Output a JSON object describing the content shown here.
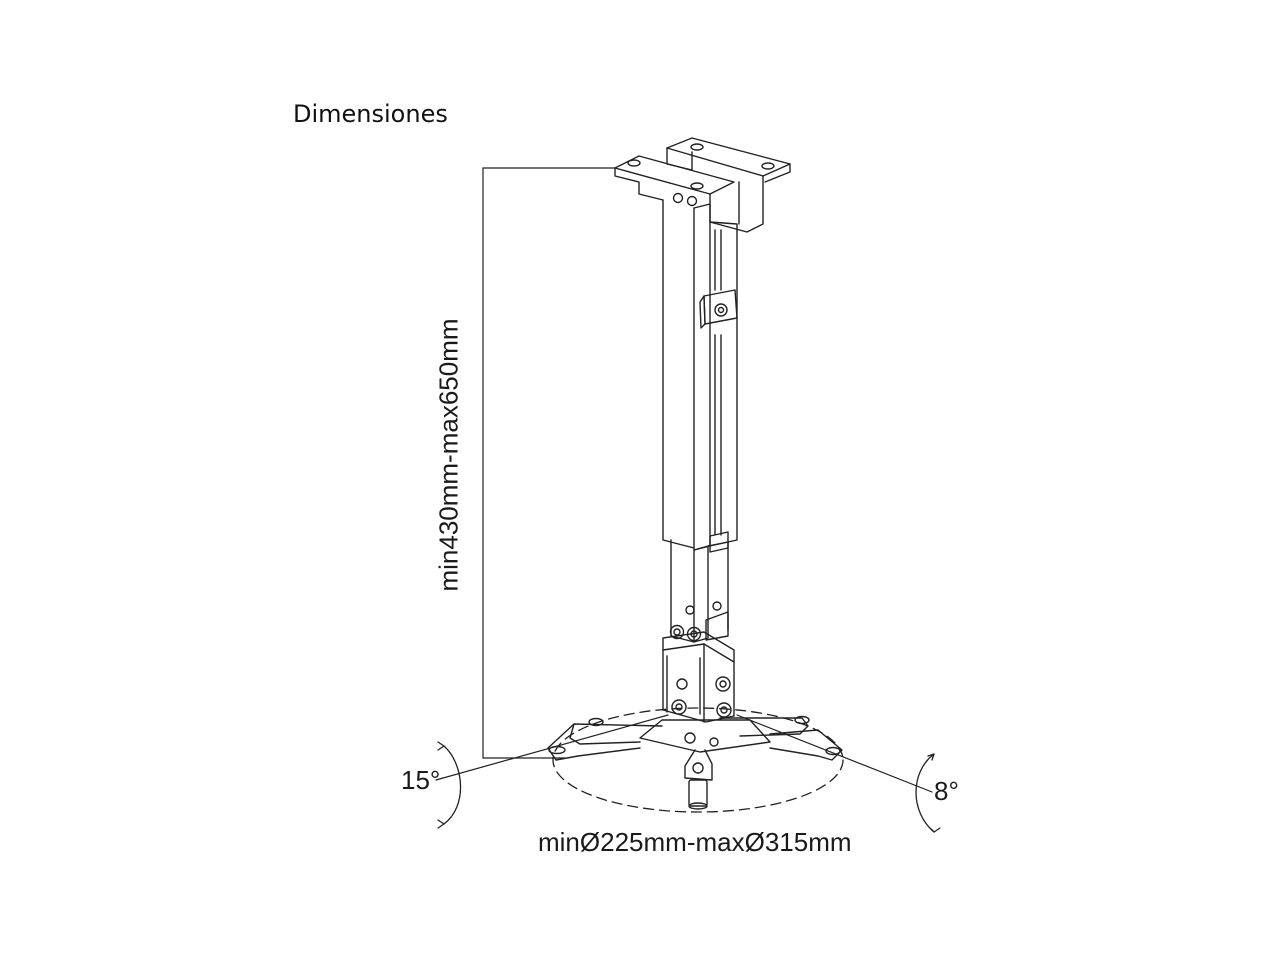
{
  "title": "Dimensiones",
  "dimensions": {
    "height_range": "min430mm-max650mm",
    "diameter_range": "minØ225mm-maxØ315mm",
    "tilt_angle": "15°",
    "swivel_angle": "8°"
  }
}
